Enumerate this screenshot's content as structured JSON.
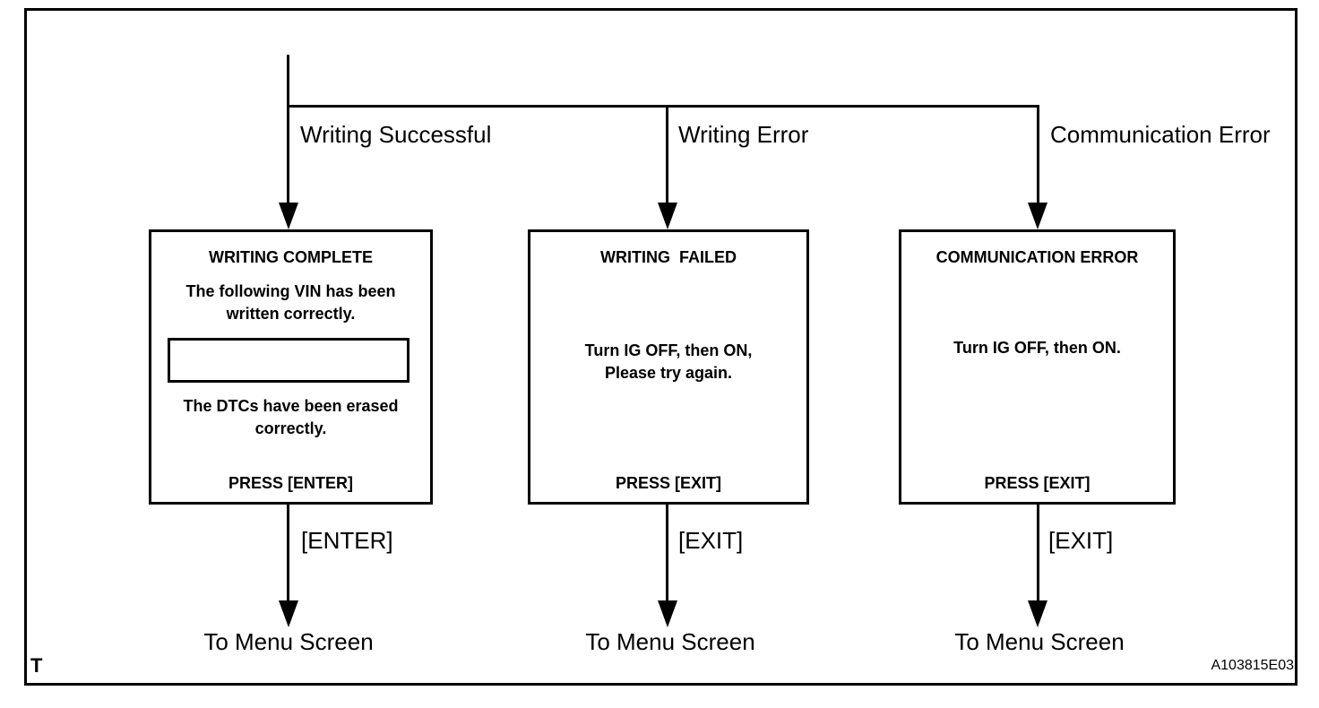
{
  "diagram": {
    "corner_label": "T",
    "figure_code": "A103815E03",
    "colors": {
      "ink": "#000000",
      "paper": "#ffffff"
    }
  },
  "branches": [
    {
      "condition": "Writing Successful",
      "screen": {
        "title": "WRITING COMPLETE",
        "vin_message": "The following VIN has been\nwritten correctly.",
        "dtc_message": "The DTCs have been erased\ncorrectly.",
        "press": "PRESS [ENTER]"
      },
      "key_label": "[ENTER]",
      "destination": "To Menu Screen"
    },
    {
      "condition": "Writing Error",
      "screen": {
        "title": "WRITING  FAILED",
        "body": "Turn IG OFF, then ON,\nPlease try again.",
        "press": "PRESS [EXIT]"
      },
      "key_label": "[EXIT]",
      "destination": "To Menu Screen"
    },
    {
      "condition": "Communication Error",
      "screen": {
        "title": "COMMUNICATION ERROR",
        "body": "Turn IG OFF, then ON.",
        "press": "PRESS [EXIT]"
      },
      "key_label": "[EXIT]",
      "destination": "To Menu Screen"
    }
  ]
}
